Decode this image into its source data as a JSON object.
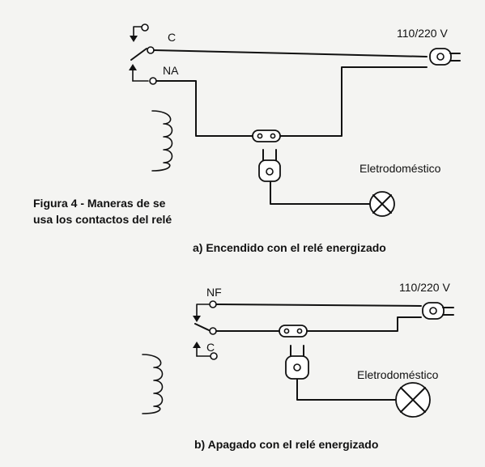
{
  "figure": {
    "caption_line1": "Figura 4 - Maneras de se",
    "caption_line2": "usa los contactos del relé"
  },
  "circuit_a": {
    "terminal_top": "C",
    "terminal_bottom": "NA",
    "supply": "110/220 V",
    "appliance": "Eletrodoméstico",
    "caption": "a) Encendido con el relé energizado"
  },
  "circuit_b": {
    "terminal_top": "NF",
    "terminal_bottom": "C",
    "supply": "110/220 V",
    "appliance": "Eletrodoméstico",
    "caption": "b) Apagado con el relé energizado"
  },
  "icons": [
    "relay-coil-icon",
    "switch-arm-icon",
    "wall-plug-icon",
    "socket-icon",
    "lamp-icon"
  ]
}
